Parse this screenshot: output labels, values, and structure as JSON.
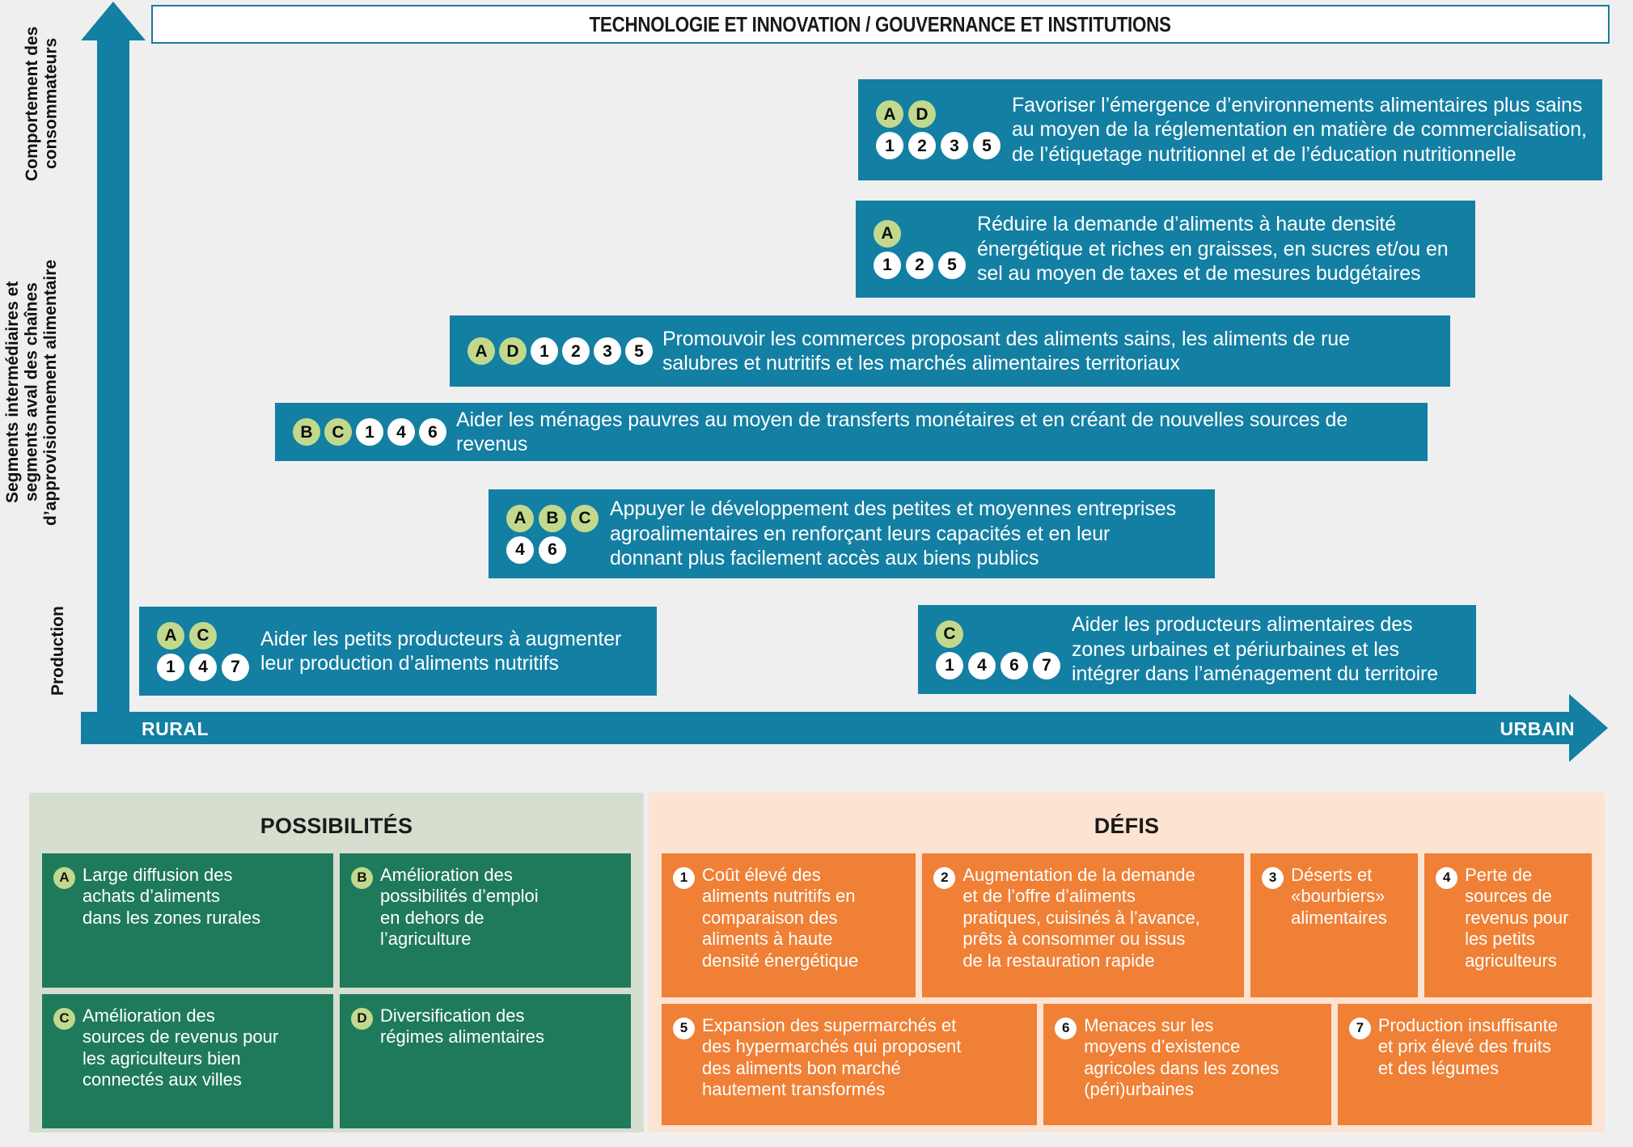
{
  "header": {
    "title": "TECHNOLOGIE ET INNOVATION / GOUVERNANCE ET INSTITUTIONS"
  },
  "axes": {
    "y_labels": {
      "consumers": "Comportement des\nconsommateurs",
      "segments": "Segments intermédiaires et\nsegments aval des chaînes\nd’approvisionnement alimentaire",
      "production": "Production"
    },
    "x_labels": {
      "left": "RURAL",
      "right": "URBAIN"
    }
  },
  "colors": {
    "blue": "#137fa3",
    "green_card": "#1f7a5c",
    "green_panel": "#d6ded0",
    "orange_card": "#ef8036",
    "orange_panel": "#fce3d2",
    "letter_badge": "#c2d98d",
    "number_badge": "#ffffff",
    "background": "#efefef"
  },
  "strategies": [
    {
      "id": "s1",
      "letters": [
        "A",
        "D"
      ],
      "numbers": [
        "1",
        "2",
        "3",
        "5"
      ],
      "text": "Favoriser l’émergence d’environnements alimentaires plus sains\nau moyen de la réglementation en matière de commercialisation,\nde l’étiquetage nutritionnel et de l’éducation nutritionnelle"
    },
    {
      "id": "s2",
      "letters": [
        "A"
      ],
      "numbers": [
        "1",
        "2",
        "5"
      ],
      "text": "Réduire la demande d’aliments à haute densité\nénergétique et riches en graisses, en sucres et/ou en\nsel au moyen de taxes et de mesures budgétaires"
    },
    {
      "id": "s3",
      "letters": [
        "A",
        "D"
      ],
      "numbers": [
        "1",
        "2",
        "3",
        "5"
      ],
      "text": "Promouvoir les commerces proposant des aliments sains, les aliments de rue\nsalubres et nutritifs et les marchés alimentaires territoriaux"
    },
    {
      "id": "s4",
      "letters": [
        "B",
        "C"
      ],
      "numbers": [
        "1",
        "4",
        "6"
      ],
      "text": "Aider les ménages pauvres au moyen de transferts monétaires et en créant de nouvelles sources de revenus"
    },
    {
      "id": "s5",
      "letters": [
        "A",
        "B",
        "C"
      ],
      "numbers": [
        "4",
        "6"
      ],
      "text": "Appuyer le développement des petites et moyennes entreprises\nagroalimentaires en renforçant leurs capacités et en leur\ndonnant plus facilement accès aux biens publics"
    },
    {
      "id": "s6",
      "letters": [
        "A",
        "C"
      ],
      "numbers": [
        "1",
        "4",
        "7"
      ],
      "text": "Aider les petits producteurs à augmenter\nleur production d’aliments nutritifs"
    },
    {
      "id": "s7",
      "letters": [
        "C"
      ],
      "numbers": [
        "1",
        "4",
        "6",
        "7"
      ],
      "text": "Aider les producteurs alimentaires des\nzones urbaines et périurbaines et les\nintégrer dans l’aménagement du territoire"
    }
  ],
  "opportunities": {
    "title": "POSSIBILITÉS",
    "items": [
      {
        "badge": "A",
        "text": "Large diffusion des\nachats d’aliments\ndans les zones rurales"
      },
      {
        "badge": "B",
        "text": "Amélioration des\npossibilités d’emploi\nen dehors de\nl’agriculture"
      },
      {
        "badge": "C",
        "text": "Amélioration des\nsources de revenus pour\nles agriculteurs bien\nconnectés aux villes"
      },
      {
        "badge": "D",
        "text": "Diversification des\nrégimes alimentaires"
      }
    ]
  },
  "challenges": {
    "title": "DÉFIS",
    "items": [
      {
        "badge": "1",
        "text": "Coût élevé des\naliments nutritifs en\ncomparaison des\naliments à haute\ndensité énergétique"
      },
      {
        "badge": "2",
        "text": "Augmentation de la demande\net de l’offre d’aliments\npratiques, cuisinés à l’avance,\nprêts à consommer ou issus\nde la restauration rapide"
      },
      {
        "badge": "3",
        "text": "Déserts et\n«bourbiers»\nalimentaires"
      },
      {
        "badge": "4",
        "text": "Perte de\nsources de\nrevenus pour\nles petits\nagriculteurs"
      },
      {
        "badge": "5",
        "text": "Expansion des supermarchés et\ndes hypermarchés qui proposent\ndes aliments bon marché\nhautement transformés"
      },
      {
        "badge": "6",
        "text": "Menaces sur les\nmoyens d’existence\nagricoles dans les zones\n(péri)urbaines"
      },
      {
        "badge": "7",
        "text": "Production insuffisante\net prix élevé des fruits\net des légumes"
      }
    ]
  }
}
